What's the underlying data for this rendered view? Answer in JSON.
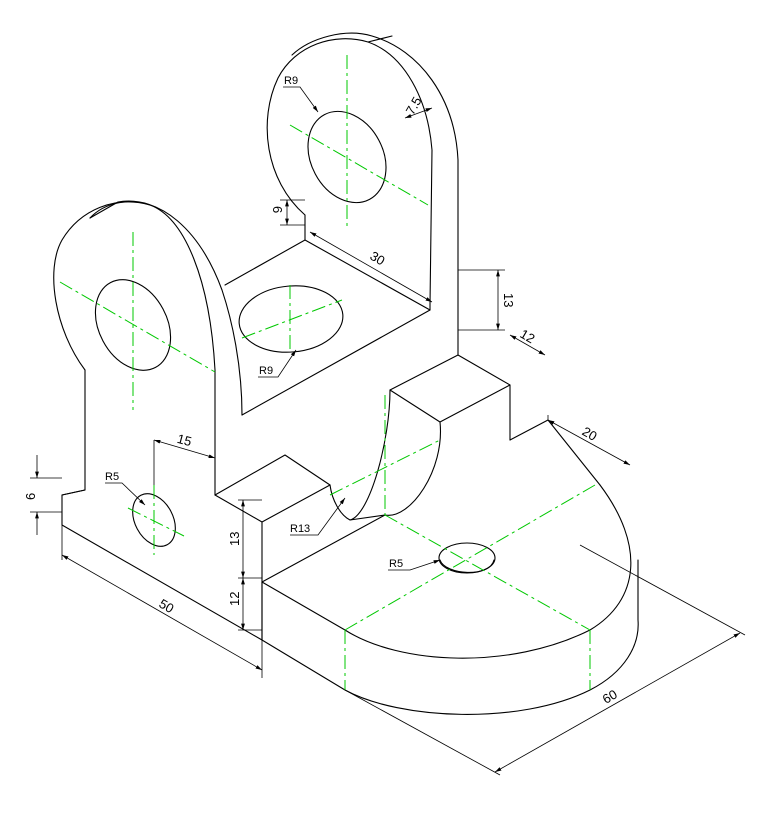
{
  "dimensions": {
    "top_lug_radius": "R9",
    "lug_thickness": "7.5",
    "lug_slot_depth": "6",
    "lug_spacing": "30",
    "step_height": "13",
    "step_depth": "12",
    "base_hole_offset": "20",
    "base_hole_radius_small": "R5",
    "arch_radius": "R13",
    "base_width": "60",
    "side_plate_hole_radius": "R5",
    "side_hole_offset": "15",
    "bottom_height_upper": "13",
    "bottom_height_lower": "12",
    "side_slot_depth": "6",
    "side_length": "50",
    "middle_hole_radius": "R9"
  }
}
